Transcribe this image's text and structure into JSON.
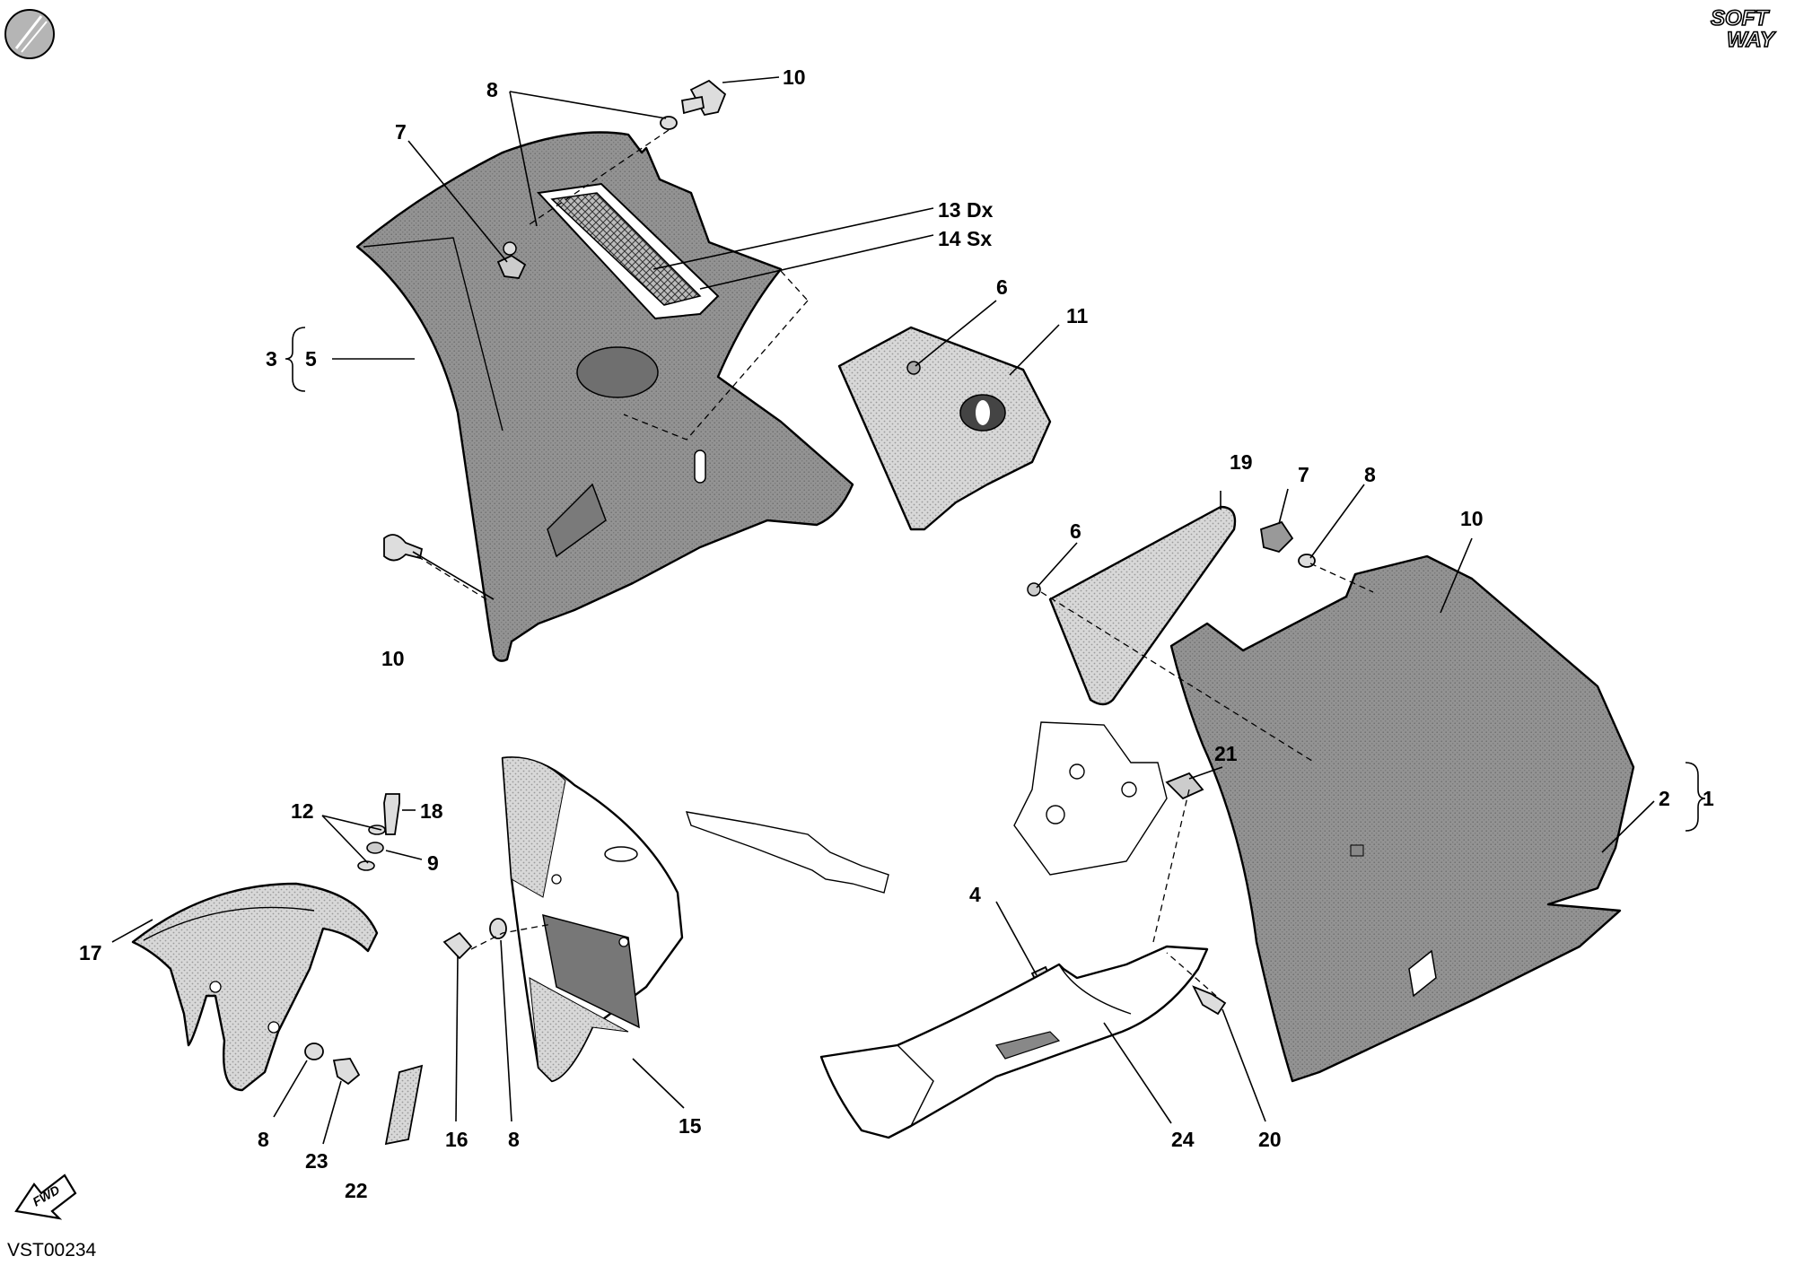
{
  "callouts": {
    "c8_top": "8",
    "c10_top": "10",
    "c7_left": "7",
    "c13": "13 Dx",
    "c14": "14 Sx",
    "c3": "3",
    "c5": "5",
    "c6_top": "6",
    "c11": "11",
    "c10_left": "10",
    "c19": "19",
    "c6_mid": "6",
    "c7_right": "7",
    "c8_right": "8",
    "c10_right": "10",
    "c21": "21",
    "c2": "2",
    "c1": "1",
    "c12": "12",
    "c18": "18",
    "c9": "9",
    "c17": "17",
    "c4": "4",
    "c16": "16",
    "c8_bl": "8",
    "c8_mid": "8",
    "c23": "23",
    "c22": "22",
    "c15": "15",
    "c24": "24",
    "c20": "20"
  },
  "brand": {
    "line1": "SOFT",
    "line2": "WAY"
  },
  "fwd_label": "FWD",
  "drawing_code": "VST00234",
  "colors": {
    "dark_fairing": "#8e8e8e",
    "light_panel": "#d4d4d4",
    "white": "#ffffff",
    "line": "#000000"
  },
  "icons": {
    "corner_logo": "disc-logo-icon",
    "direction": "forward-arrow-icon"
  }
}
